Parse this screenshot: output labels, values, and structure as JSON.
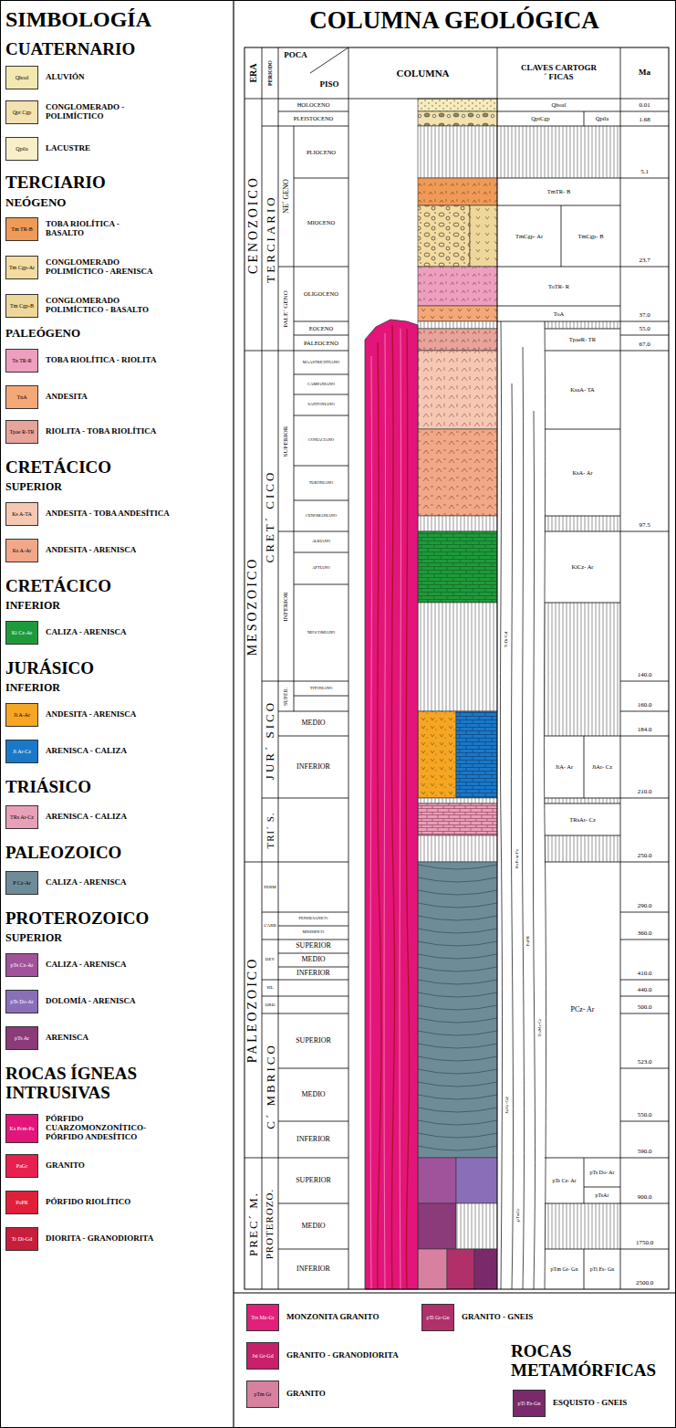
{
  "diagram": {
    "title": "COLUMNA GEOLÓGICA",
    "labels": [
      "SIMBOLOGÍA",
      "CUATERNARIO",
      "TERCIARIO",
      "NEÓGENO",
      "PALEÓGENO",
      "CRETÁCICO",
      "SUPERIOR",
      "CRETÁCICO",
      "INFERIOR",
      "JURÁSICO",
      "INFERIOR",
      "TRIÁSICO",
      "PALEOZOICO",
      "PROTEROZOICO",
      "SUPERIOR",
      "ROCAS ÍGNEAS INTRUSIVAS",
      "ROCAS METAMÓRFICAS",
      "Qhoal",
      "Qpt Cgp",
      "Qptla",
      "Tm TR-B",
      "Tm Cgp-Ar",
      "Tm Cgp-B",
      "Tn TR-R",
      "TnA",
      "Tpae R-TR",
      "Ks A-TA",
      "Ks A-Ar",
      "Ki Cz-Ar",
      "Ji A-Ar",
      "Ji Ar-Cz",
      "TRs Ar-Cz",
      "P Cz-Ar",
      "pTs Cz-Ar",
      "pTs Do-Ar",
      "pTs Ar",
      "Ks Pcm-Pa",
      "PaGr",
      "PoPR",
      "Tr Di-Gd",
      "Trs Mz-Gr",
      "Jsi Gr-Gd",
      "pTm Gr",
      "pTi Gr-Gn",
      "pTi Es-Gn",
      "ERA",
      "PERIODO",
      "POCA",
      "PISO",
      "COLUMNA",
      "CLAVES CARTOGR´ FICAS",
      "Ma",
      "CENOZOICO",
      "MESOZOICO",
      "PALEOZOICO",
      "PREC´ M.",
      "TERCIARIO",
      "CRET´ CICO",
      "JUR´ SICO",
      "TRI´ S.",
      "PERM",
      "CARB",
      "DEV",
      "SIL",
      "ORD",
      "C´ MBRICO",
      "PROTEROZO.",
      "HOLOCENO",
      "PLEISTOCENO",
      "NE´ GENO",
      "PLIOCENO",
      "MIOCENO",
      "PALE´ GENO",
      "OLIGOCENO",
      "EOCENO",
      "PALEOCENO",
      "SUPERIOR",
      "MAASTRICHTIANO",
      "CAMPANIANO",
      "SANTONIANO",
      "CONIACIANO",
      "TURONIANO",
      "CENOMANIANO",
      "INFERIOR",
      "ALBIANO",
      "APTIANO",
      "NEOCOMIANO",
      "SUPER.",
      "TITONIANO",
      "MEDIO",
      "INFERIOR",
      "PENSILVANICO",
      "MISISIPICO",
      "SUPERIOR",
      "MEDIO",
      "INFERIOR",
      "SUPERIOR",
      "MEDIO",
      "INFERIOR",
      "SUPERIOR",
      "MEDIO",
      "INFERIOR",
      "Qhoal",
      "QptCgp",
      "Qptla",
      "TmTR- B",
      "TmCgp- Ar",
      "TmCgp- B",
      "ToTR- R",
      "ToA",
      "TpaeR- TR",
      "KsaA- TA",
      "KsA- Ar",
      "KiCz- Ar",
      "JiA- Ar",
      "JiAr- Cz",
      "TRsAr- Cz",
      "PCz- Ar",
      "pTs Cz- Ar",
      "pTs Do- Ar",
      "pTsAr",
      "pTm Gr- Gn",
      "pTi Es- Gn",
      "TrDi-Gd",
      "KsPcm-Pa",
      "PoPR",
      "TrsMz-Gr",
      "JsiGr-Gd",
      "pTmGr",
      "0.01",
      "1.68",
      "5.1",
      "23.7",
      "37.0",
      "55.0",
      "67.0",
      "97.5",
      "140.0",
      "160.0",
      "184.0",
      "210.0",
      "250.0",
      "290.0",
      "360.0",
      "410.0",
      "440.0",
      "500.0",
      "523.0",
      "550.0",
      "590.0",
      "900.0",
      "1750.0",
      "2500.0"
    ],
    "legend": [
      {
        "text": "ALUVIÓN",
        "color": "#f3e9b0"
      },
      {
        "text": "CONGLOMERADO - POLIMÍCTICO",
        "color": "#f2e2b0"
      },
      {
        "text": "LACUSTRE",
        "color": "#f7efc8"
      },
      {
        "text": "TOBA RIOLÍTICA - BASALTO",
        "color": "#f09a58"
      },
      {
        "text": "CONGLOMERADO POLIMÍCTICO - ARENISCA",
        "color": "#f4dca0"
      },
      {
        "text": "CONGLOMERADO POLIMÍCTICO - BASALTO",
        "color": "#eed79a"
      },
      {
        "text": "TOBA RIOLÍTICA - RIOLITA",
        "color": "#ee9fc0"
      },
      {
        "text": "ANDESITA",
        "color": "#f4a878"
      },
      {
        "text": "RIOLITA - TOBA RIOLÍTICA",
        "color": "#e8a39a"
      },
      {
        "text": "ANDESITA - TOBA ANDESÍTICA",
        "color": "#f6c8b4"
      },
      {
        "text": "ANDESITA - ARENISCA",
        "color": "#f2a888"
      },
      {
        "text": "CALIZA - ARENISCA",
        "color": "#1e9a3a"
      },
      {
        "text": "ANDESITA - ARENISCA",
        "color": "#f5a623"
      },
      {
        "text": "ARENISCA - CALIZA",
        "color": "#1a78c8"
      },
      {
        "text": "ARENISCA - CALIZA",
        "color": "#e8a0b8"
      },
      {
        "text": "CALIZA - ARENISCA",
        "color": "#6e8b98"
      },
      {
        "text": "CALIZA - ARENISCA",
        "color": "#a0529a"
      },
      {
        "text": "DOLOMÍA - ARENISCA",
        "color": "#8a6fb8"
      },
      {
        "text": "ARENISCA",
        "color": "#8b3a7a"
      },
      {
        "text": "PÓRFIDO CUARZOMONZONÍTICO- PÓRFIDO ANDESÍTICO",
        "color": "#e3157a"
      },
      {
        "text": "GRANITO",
        "color": "#e8204e"
      },
      {
        "text": "PÓRFIDO RIOLÍTICO",
        "color": "#e0203a"
      },
      {
        "text": "DIORITA - GRANODIORITA",
        "color": "#c81e3c"
      },
      {
        "text": "MONZONITA GRANITO",
        "color": "#e0207a"
      },
      {
        "text": "GRANITO - GRANODIORITA",
        "color": "#c8206a"
      },
      {
        "text": "GRANITO",
        "color": "#d880a0"
      },
      {
        "text": "GRANITO - GNEIS",
        "color": "#b0306a"
      },
      {
        "text": "ESQUISTO - GNEIS",
        "color": "#7a2a6a"
      }
    ]
  }
}
